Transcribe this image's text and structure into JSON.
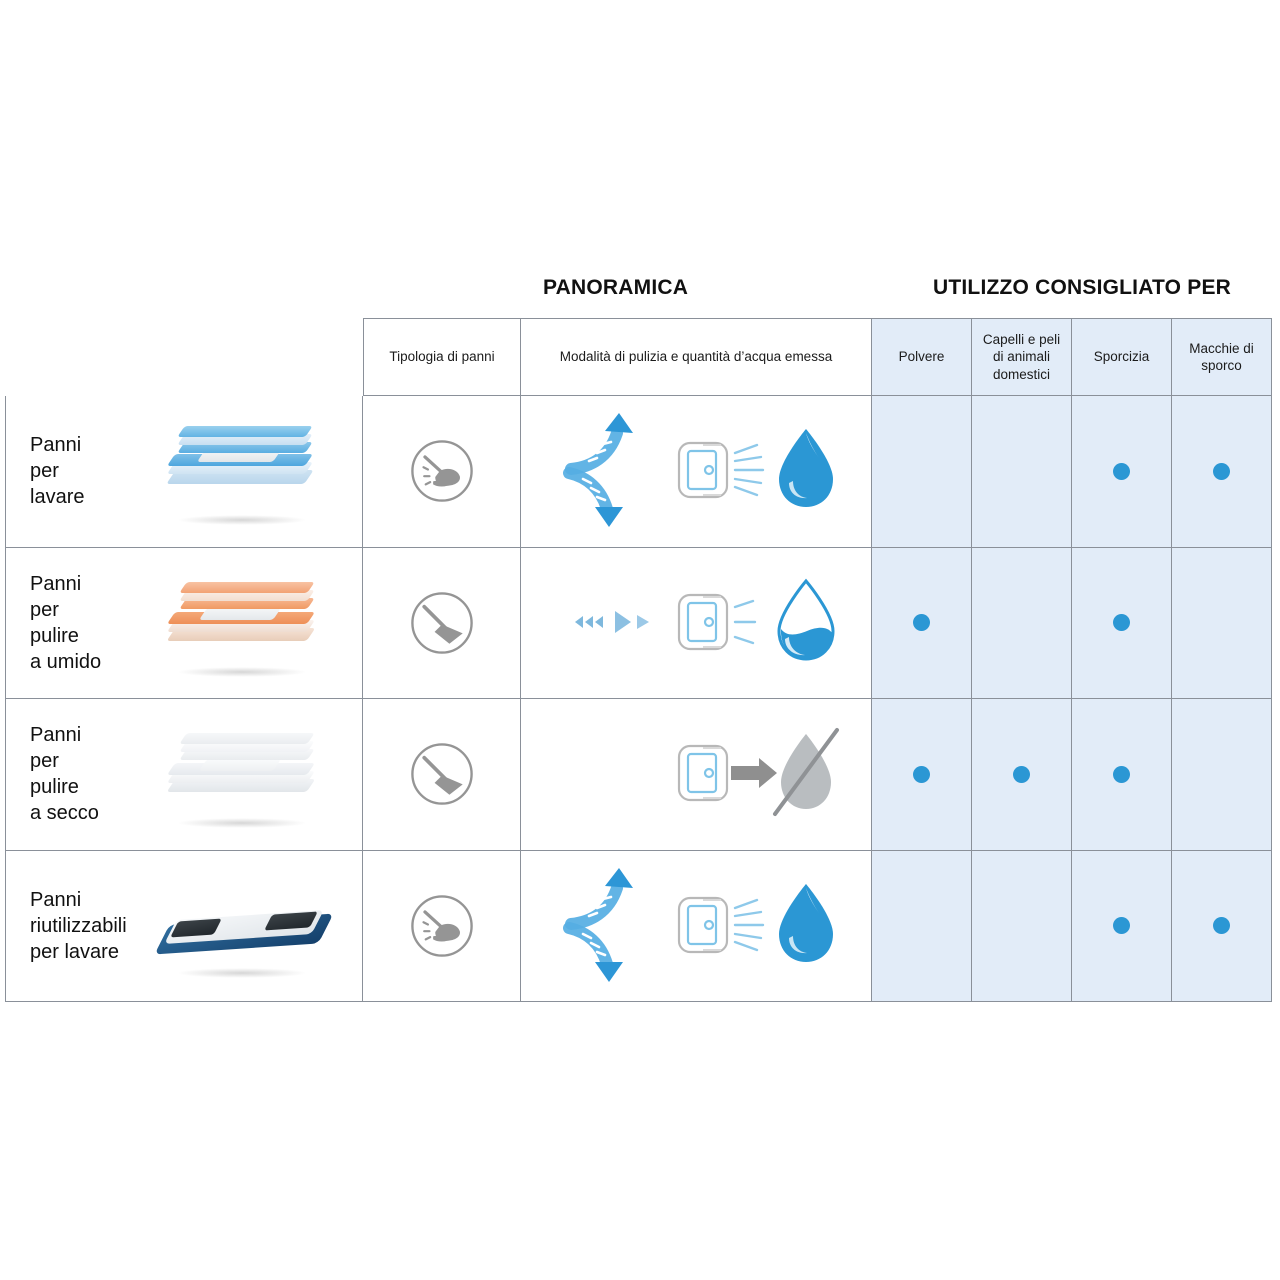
{
  "sections": {
    "overview_title": "PANORAMICA",
    "usage_title": "UTILIZZO CONSIGLIATO PER"
  },
  "colors": {
    "dot": "#2b97d4",
    "usage_cell_background": "#e2ecf8",
    "border": "#8a9099",
    "water_blue": "#2b97d4",
    "arrow_gray": "#9a9a9a",
    "icon_gray": "#8c8c8c"
  },
  "columns": {
    "product": "",
    "type": "Tipologia di panni",
    "mode": "Modalità di pulizia e quantità d’acqua emessa",
    "usage": [
      "Polvere",
      "Capelli e peli\ndi animali\ndomestici",
      "Sporcizia",
      "Macchie\ndi sporco"
    ]
  },
  "rows": [
    {
      "label": "Panni\nper\nlavare",
      "thumb_name": "cloth-stack-blue",
      "type_icon": "mop-with-splash-icon",
      "mode_icon": "airflow-spread-wet-icon",
      "water_level": "full",
      "usage": [
        false,
        false,
        true,
        true
      ]
    },
    {
      "label": "Panni\nper\npulire\na umido",
      "thumb_name": "cloth-stack-orange",
      "type_icon": "mop-icon",
      "mode_icon": "airflow-straight-damp-icon",
      "water_level": "half",
      "usage": [
        true,
        false,
        true,
        false
      ]
    },
    {
      "label": "Panni\nper\npulire\na secco",
      "thumb_name": "cloth-stack-white",
      "type_icon": "mop-icon",
      "mode_icon": "airflow-straight-dry-icon",
      "water_level": "none",
      "usage": [
        true,
        true,
        true,
        false
      ]
    },
    {
      "label": "Panni\nriutilizzabili\nper lavare",
      "thumb_name": "reusable-pad-blue",
      "type_icon": "mop-with-splash-icon",
      "mode_icon": "airflow-spread-wet-icon",
      "water_level": "full",
      "usage": [
        false,
        false,
        true,
        true
      ]
    }
  ]
}
